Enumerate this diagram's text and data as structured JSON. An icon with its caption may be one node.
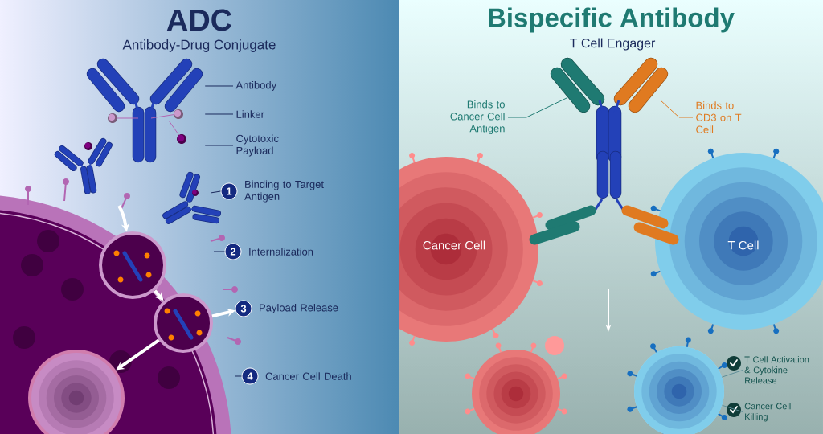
{
  "diagram": {
    "nodes": [
      {
        "text": [
          "Antibody"
        ]
      },
      {
        "text": [
          "Linker"
        ]
      },
      {
        "text": [
          "Cytotoxic Payload"
        ]
      },
      {
        "text": [
          "1"
        ],
        "beside": [
          "Binding to Target Antigen"
        ]
      },
      {
        "text": [
          "2"
        ],
        "beside": [
          "Internalization"
        ]
      },
      {
        "text": [
          "3"
        ],
        "beside": [
          "Payload Release"
        ]
      },
      {
        "text": [
          "4"
        ],
        "beside": [
          "Cancer Cell Death"
        ]
      },
      {
        "text": [],
        "shape": "circle"
      },
      {
        "text": [],
        "shape": "circle"
      },
      {
        "text": [],
        "shape": "circle"
      },
      {
        "text": [],
        "shape": "picture"
      },
      {
        "text": [
          "Binds to Cancer Cell Antigen"
        ]
      },
      {
        "text": [
          "Binds to CD3 on T Cell"
        ]
      },
      {
        "text": [],
        "shape": "picture"
      },
      {
        "text": [],
        "shape": "circle"
      },
      {
        "text": [
          "T Cell Activation & Cytokine Release"
        ]
      },
      {
        "text": [
          "Cancer Cell Killing"
        ]
      }
    ],
    "edges": [
      {
        "from": 0,
        "to": 10,
        "arrow": "none"
      },
      {
        "from": 1,
        "to": 10,
        "arrow": "none"
      },
      {
        "from": 2,
        "to": 10,
        "arrow": "none"
      },
      {
        "from": 3,
        "to": null,
        "arrow": "none"
      },
      {
        "from": 4,
        "to": null,
        "arrow": "none"
      },
      {
        "from": null,
        "to": 7,
        "arrow": "to",
        "style": "thick",
        "color": "#ffffff"
      },
      {
        "from": 7,
        "to": 8,
        "arrow": "to",
        "style": "thick",
        "color": "#ffffff"
      },
      {
        "from": 8,
        "to": 5,
        "arrow": "to",
        "style": "thick",
        "color": "#ffffff"
      },
      {
        "from": 8,
        "to": 9,
        "arrow": "to",
        "style": "thick",
        "color": "#ffffff"
      },
      {
        "from": 6,
        "to": null,
        "arrow": "none"
      },
      {
        "from": 11,
        "to": 13,
        "arrow": "none",
        "color": "#1f7a72"
      },
      {
        "from": 12,
        "to": 13,
        "arrow": "none",
        "color": "#e07a20"
      },
      {
        "from": 15,
        "to": 14,
        "arrow": "none",
        "color": "#5f8f99"
      },
      {
        "from": 16,
        "to": 14,
        "arrow": "none",
        "color": "#5f8f99"
      }
    ],
    "labels": [
      "ADC",
      "Antibody-Drug Conjugate",
      "Bispecific Antibody",
      "T Cell Engager",
      "Cancer Cell",
      "T Cell"
    ]
  }
}
